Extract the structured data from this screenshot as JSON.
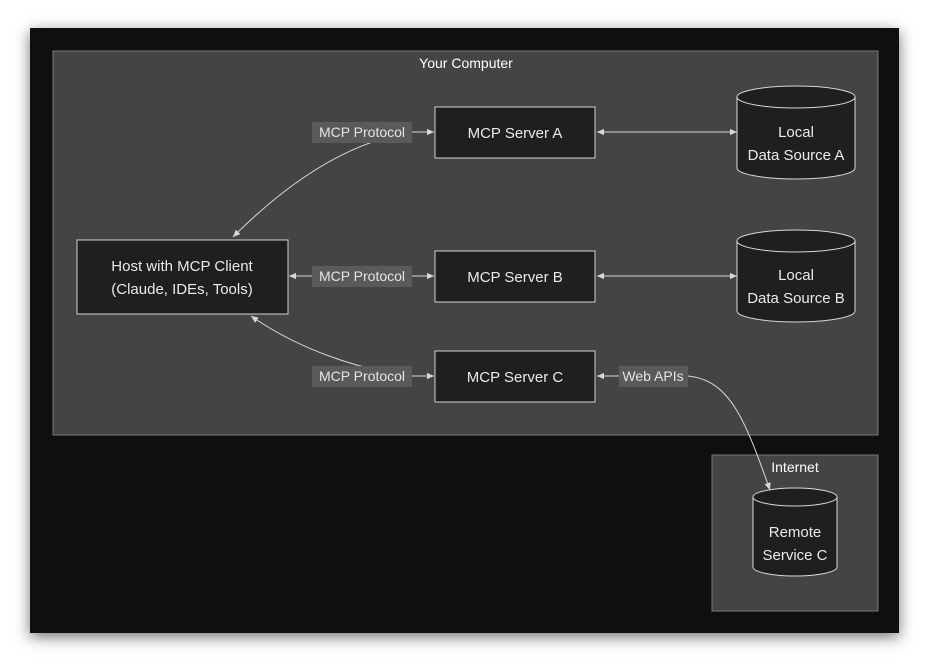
{
  "clusters": {
    "your_computer": "Your Computer",
    "internet": "Internet"
  },
  "nodes": {
    "host": {
      "line1": "Host with MCP Client",
      "line2": "(Claude, IDEs, Tools)"
    },
    "server_a": "MCP Server A",
    "server_b": "MCP Server B",
    "server_c": "MCP Server C",
    "local_a": {
      "line1": "Local",
      "line2": "Data Source A"
    },
    "local_b": {
      "line1": "Local",
      "line2": "Data Source B"
    },
    "remote_c": {
      "line1": "Remote",
      "line2": "Service C"
    }
  },
  "edges": {
    "protocol_a": "MCP Protocol",
    "protocol_b": "MCP Protocol",
    "protocol_c": "MCP Protocol",
    "web_apis": "Web APIs"
  },
  "colors": {
    "background": "#0f0f10",
    "cluster_fill": "#444444",
    "node_fill": "#1f1f1f",
    "stroke": "#d8d8d8"
  }
}
